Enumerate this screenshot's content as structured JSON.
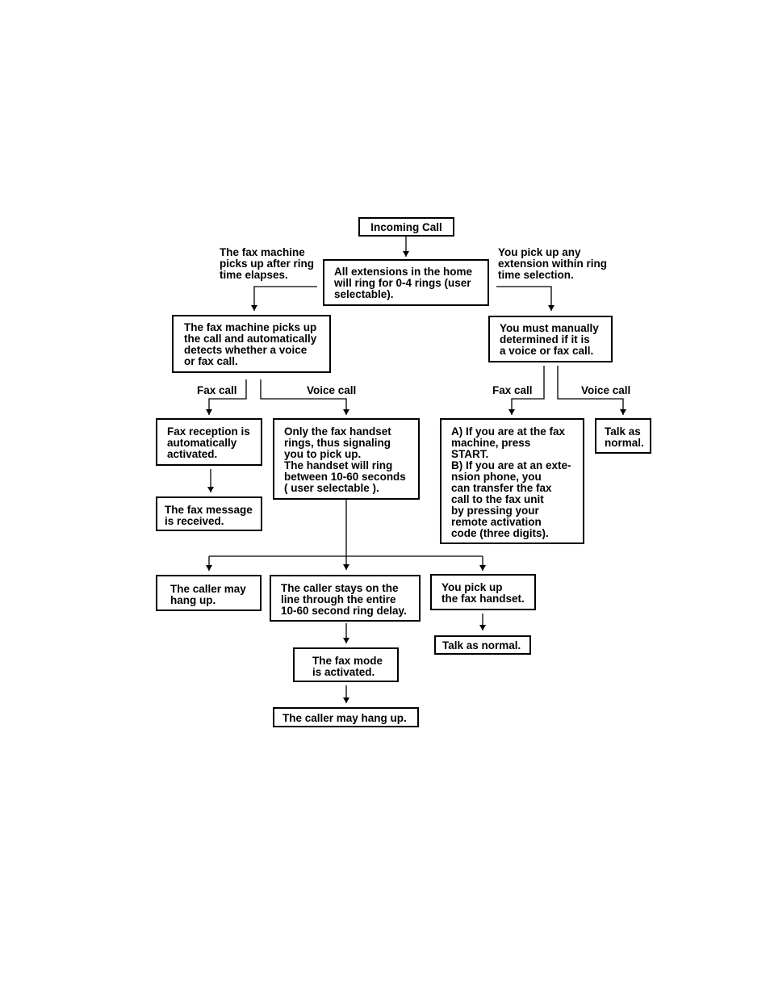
{
  "nodes": {
    "incoming_call": "Incoming Call",
    "all_extensions_ring": "All extensions in the home\nwill ring for 0-4 rings (user\nselectable).",
    "fax_auto_detect": "The fax machine picks up\nthe call and automatically\ndetects whether a voice\nor fax call.",
    "manual_determine": "You must manually\ndetermined if it is\na voice or fax call.",
    "fax_reception_auto": "Fax reception is\nautomatically\nactivated.",
    "fax_message_received": "The fax message\nis received.",
    "fax_handset_rings": "Only the fax handset\nrings, thus signaling\nyou to pick up.\nThe handset will ring\nbetween 10-60 seconds\n( user selectable ).",
    "manual_fax_instructions": "A) If you are at the fax\n      machine, press\n      START.\nB) If you are at an exte-\n      nsion phone, you\n      can transfer the fax\n      call to the fax unit\n      by pressing your\n      remote activation\n      code (three digits).",
    "talk_as_normal_right": "Talk as\nnormal.",
    "caller_hang_up_left": "The caller may\nhang up.",
    "caller_stays": "The caller stays on the\nline through the entire\n10-60 second ring delay.",
    "pick_up_handset": "You pick up\nthe fax handset.",
    "talk_as_normal_bottom": "Talk as normal.",
    "fax_mode_activated": "The fax mode\nis activated.",
    "caller_hang_up_final": "The caller may hang up."
  },
  "labels": {
    "fax_picks_up": "The fax machine\npicks up after ring\ntime elapses.",
    "you_pick_up": "You pick up any\nextension within ring\ntime selection.",
    "fax_call_left": "Fax call",
    "voice_call_left": "Voice call",
    "fax_call_right": "Fax call",
    "voice_call_right": "Voice call"
  }
}
